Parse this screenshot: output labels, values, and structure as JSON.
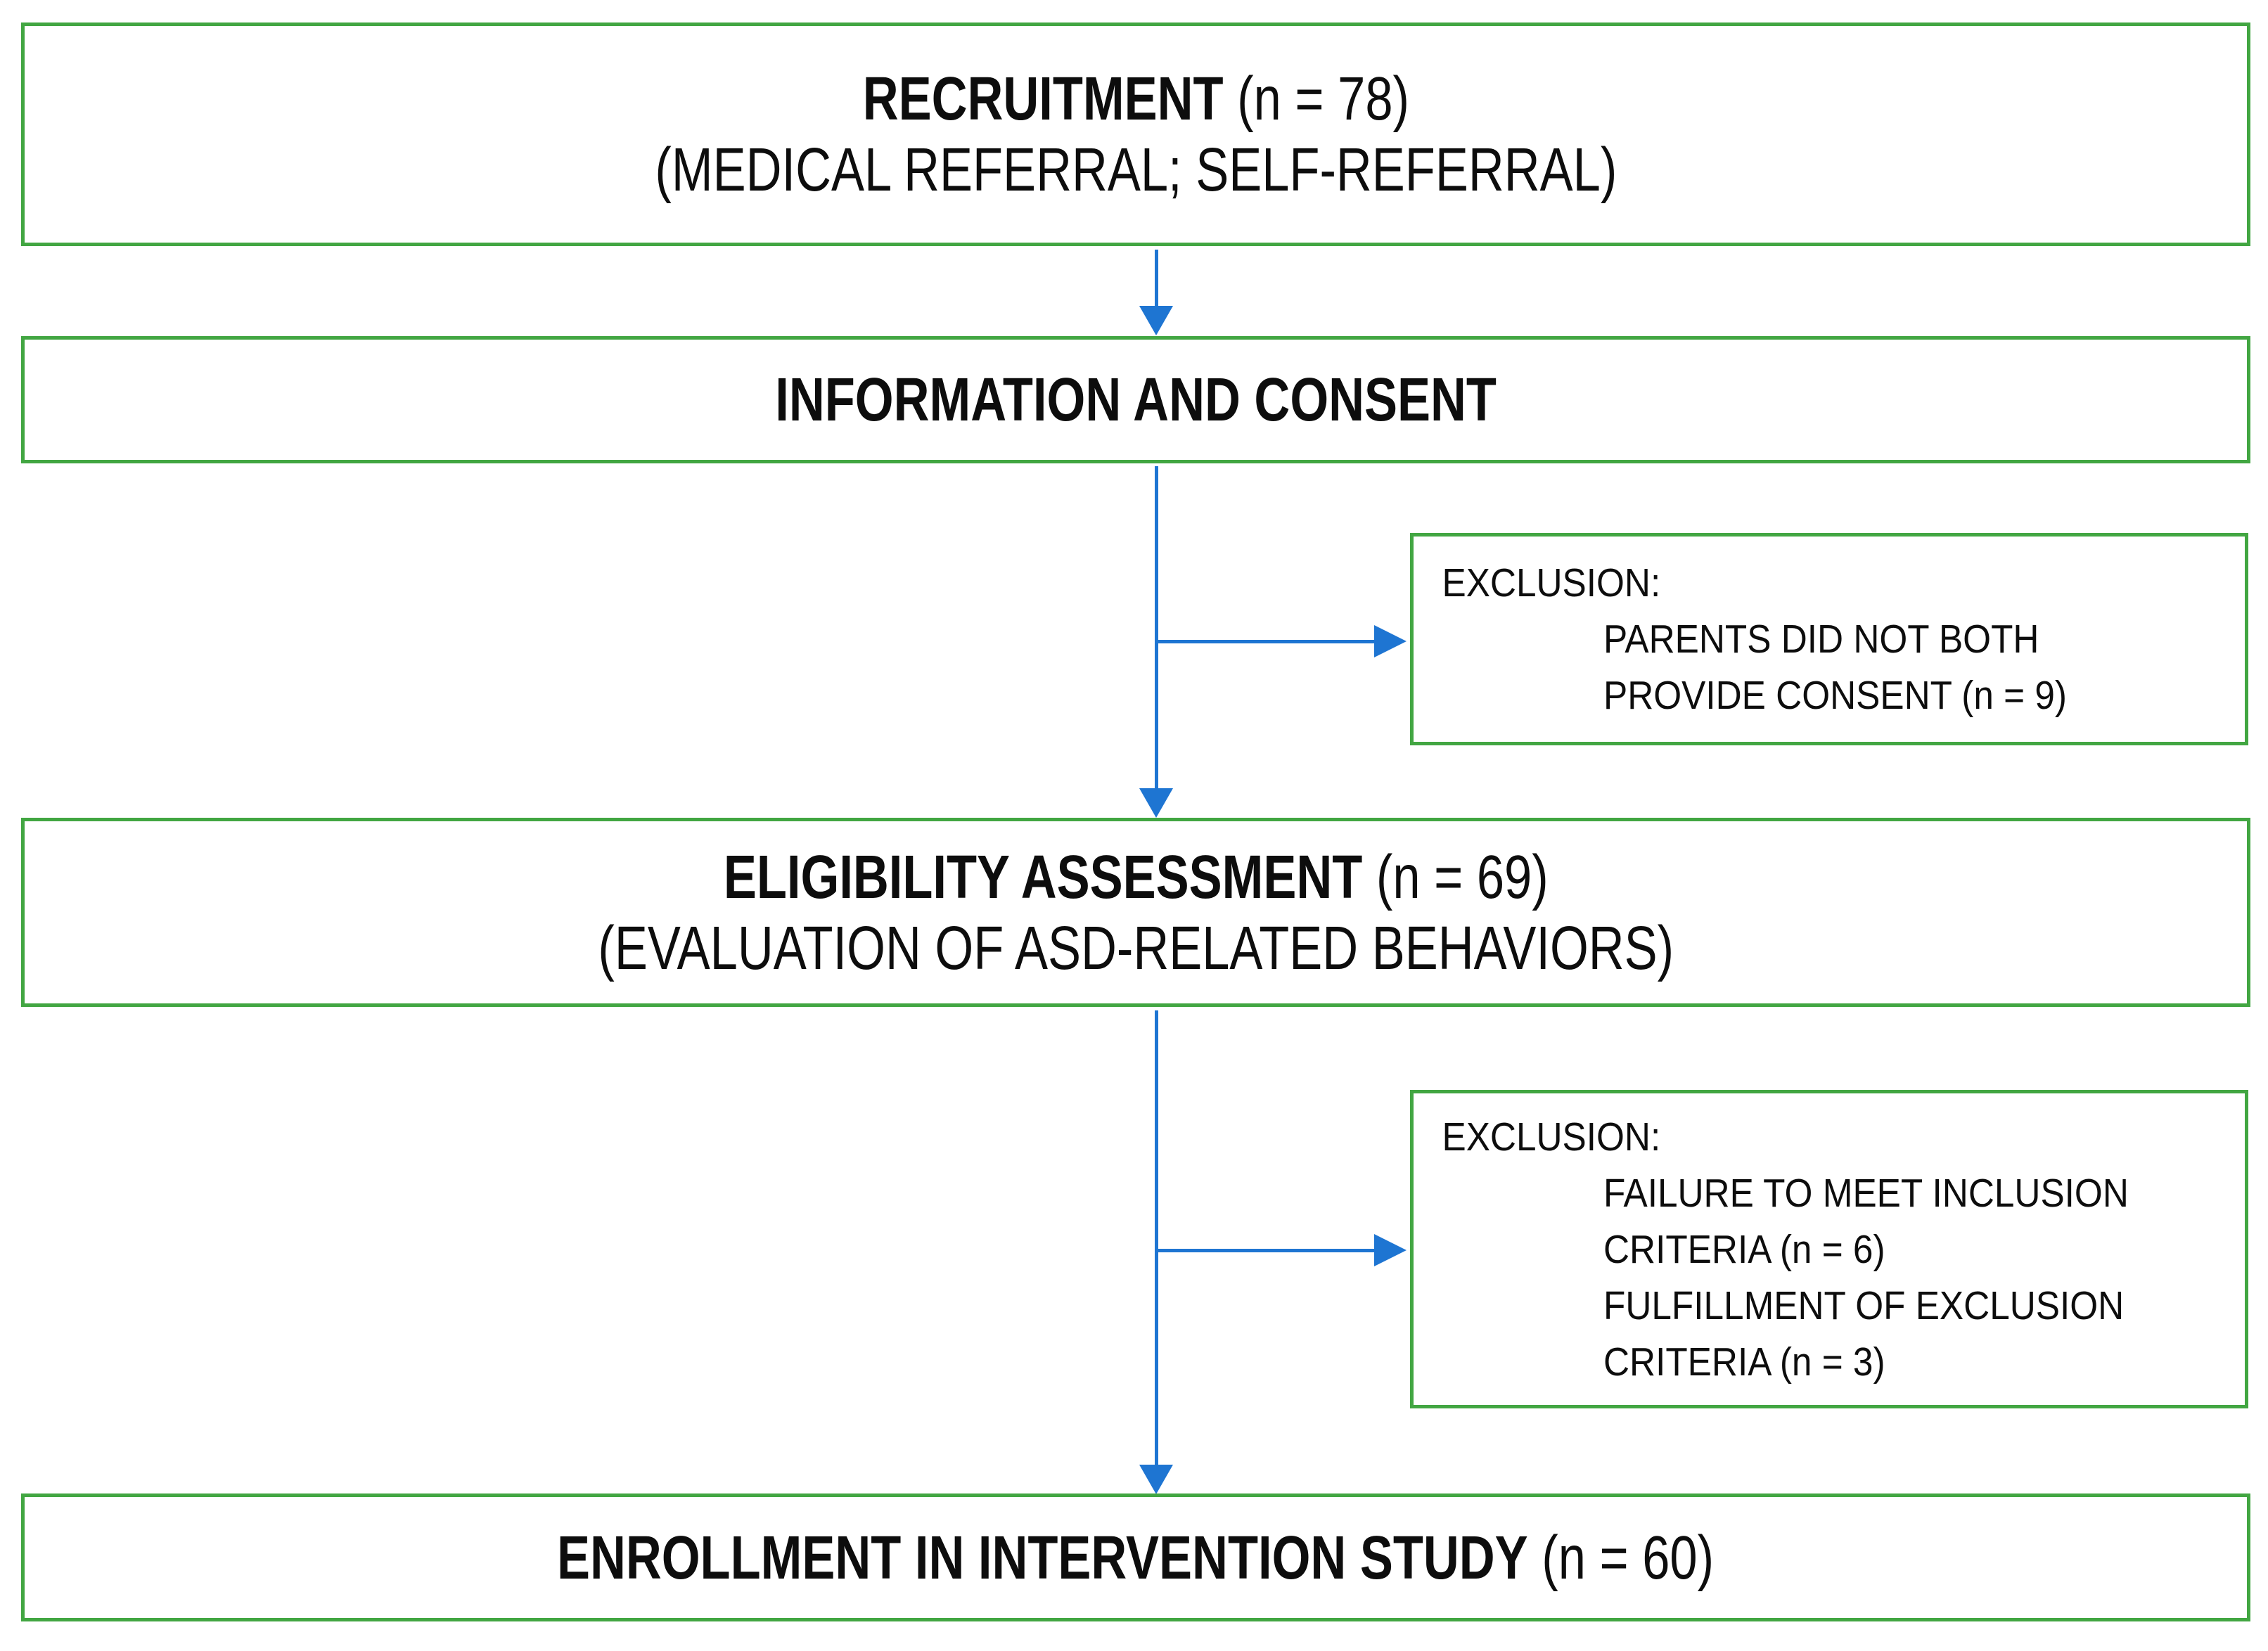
{
  "palette": {
    "box_border_green": "#42a642",
    "arrow_blue": "#1e75d2",
    "text_color": "#0d0d0d",
    "background": "#ffffff"
  },
  "flowchart": {
    "boxes": {
      "recruitment": {
        "title_bold": "RECRUITMENT",
        "title_tail": " (n = 78)",
        "subtitle": "(MEDICAL REFERRAL; SELF-REFERRAL)"
      },
      "consent": {
        "title_bold": "INFORMATION AND CONSENT"
      },
      "exclusion1": {
        "heading": "EXCLUSION:",
        "lines": [
          "PARENTS DID NOT BOTH",
          "PROVIDE CONSENT (n = 9)"
        ]
      },
      "eligibility": {
        "title_bold": "ELIGIBILITY ASSESSMENT",
        "title_tail": " (n = 69)",
        "subtitle": "(EVALUATION OF ASD-RELATED BEHAVIORS)"
      },
      "exclusion2": {
        "heading": "EXCLUSION:",
        "lines": [
          "FAILURE TO MEET INCLUSION",
          "CRITERIA (n = 6)",
          "FULFILLMENT OF EXCLUSION",
          "CRITERIA (n = 3)"
        ]
      },
      "enrollment": {
        "title_bold": "ENROLLMENT IN INTERVENTION STUDY",
        "title_tail": " (n = 60)"
      }
    }
  }
}
